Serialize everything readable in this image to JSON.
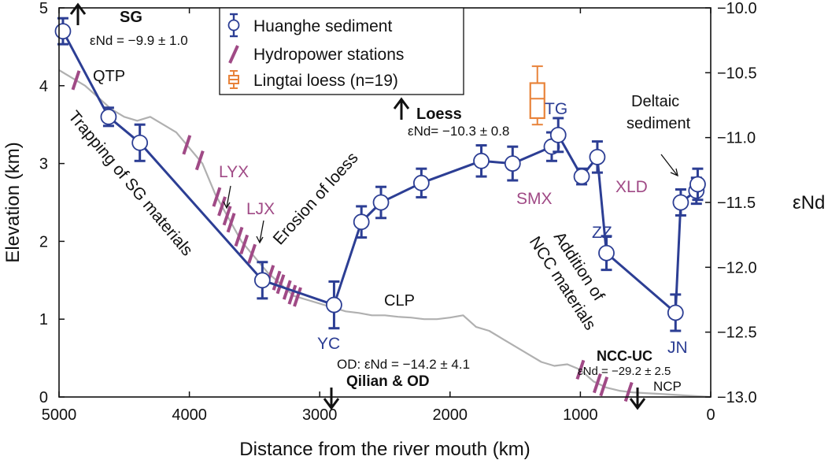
{
  "chart_data": {
    "type": "line",
    "xlabel": "Distance from the river mouth (km)",
    "ylabel_left": "Elevation (km)",
    "ylabel_right": "εNd",
    "x_range": [
      5000,
      0
    ],
    "x_reversed": true,
    "left_ylim": [
      0,
      5
    ],
    "right_ylim": [
      -13.0,
      -10.0
    ],
    "x_ticks": [
      5000,
      4000,
      3000,
      2000,
      1000,
      0
    ],
    "left_y_ticks": [
      0,
      1,
      2,
      3,
      4,
      5
    ],
    "right_y_ticks": [
      -10.0,
      -10.5,
      -11.0,
      -11.5,
      -12.0,
      -12.5,
      -13.0
    ],
    "right_y_tick_labels": [
      "−10.0",
      "−10.5",
      "−11.0",
      "−11.5",
      "−12.0",
      "−12.5",
      "−13.0"
    ],
    "legend": {
      "position": "top-center",
      "entries": [
        {
          "label": "Huanghe sediment",
          "color": "#2c3e94"
        },
        {
          "label": "Hydropower stations",
          "color": "#a04a86"
        },
        {
          "label": "Lingtai loess (n=19)",
          "color": "#e8833a"
        }
      ]
    },
    "series": [
      {
        "name": "Huanghe sediment",
        "axis": "right",
        "color": "#2c3e94",
        "points": [
          {
            "x": 4970,
            "y": -10.18,
            "err": 0.1
          },
          {
            "x": 4620,
            "y": -10.84,
            "err": 0.07
          },
          {
            "x": 4380,
            "y": -11.04,
            "err": 0.14
          },
          {
            "x": 3440,
            "y": -12.1,
            "err": 0.14
          },
          {
            "x": 2890,
            "y": -12.29,
            "err": 0.18
          },
          {
            "x": 2680,
            "y": -11.65,
            "err": 0.12
          },
          {
            "x": 2530,
            "y": -11.5,
            "err": 0.12
          },
          {
            "x": 2220,
            "y": -11.35,
            "err": 0.11
          },
          {
            "x": 1760,
            "y": -11.18,
            "err": 0.12
          },
          {
            "x": 1520,
            "y": -11.2,
            "err": 0.13
          },
          {
            "x": 1220,
            "y": -11.07,
            "err": 0.11
          },
          {
            "x": 1170,
            "y": -10.98,
            "err": 0.13
          },
          {
            "x": 990,
            "y": -11.3,
            "err": 0.06
          },
          {
            "x": 870,
            "y": -11.15,
            "err": 0.12
          },
          {
            "x": 800,
            "y": -11.89,
            "err": 0.13
          },
          {
            "x": 270,
            "y": -12.35,
            "err": 0.14
          },
          {
            "x": 230,
            "y": -11.5,
            "err": 0.1
          },
          {
            "x": 110,
            "y": -11.41,
            "err": 0.1
          },
          {
            "x": 100,
            "y": -11.36,
            "err": 0.12
          }
        ]
      },
      {
        "name": "Lingtai loess (n=19)",
        "axis": "right",
        "color": "#e8833a",
        "box": {
          "x": 1330,
          "whisker_low": -10.9,
          "q1": -10.85,
          "median": -10.7,
          "q3": -10.58,
          "whisker_high": -10.45
        }
      },
      {
        "name": "Elevation profile",
        "axis": "left",
        "color": "#b0b0b0",
        "x": [
          5000,
          4900,
          4800,
          4700,
          4600,
          4500,
          4400,
          4300,
          4200,
          4100,
          4000,
          3900,
          3800,
          3700,
          3600,
          3500,
          3400,
          3300,
          3200,
          3100,
          3000,
          2900,
          2800,
          2700,
          2600,
          2500,
          2400,
          2300,
          2200,
          2100,
          2000,
          1900,
          1800,
          1700,
          1600,
          1500,
          1400,
          1300,
          1200,
          1100,
          1000,
          900,
          800,
          700,
          600,
          500,
          400,
          300,
          200,
          100,
          0
        ],
        "y": [
          4.2,
          4.1,
          4.0,
          3.85,
          3.7,
          3.6,
          3.55,
          3.6,
          3.5,
          3.4,
          3.2,
          3.0,
          2.6,
          2.3,
          2.0,
          1.8,
          1.6,
          1.45,
          1.3,
          1.25,
          1.2,
          1.15,
          1.1,
          1.08,
          1.05,
          1.05,
          1.03,
          1.02,
          1.0,
          1.0,
          1.02,
          1.05,
          0.9,
          0.85,
          0.75,
          0.65,
          0.55,
          0.45,
          0.4,
          0.42,
          0.35,
          0.2,
          0.12,
          0.08,
          0.06,
          0.05,
          0.04,
          0.03,
          0.02,
          0.01,
          0.0
        ]
      }
    ],
    "hydropower_x": [
      4870,
      4020,
      3920,
      3790,
      3750,
      3710,
      3680,
      3620,
      3580,
      3520,
      3380,
      3330,
      3300,
      3250,
      3210,
      3170,
      1000,
      870,
      820,
      630
    ],
    "annotations": {
      "SG_label": "SG",
      "SG_value": "εNd = −9.9 ± 1.0",
      "QTP": "QTP",
      "LYX": "LYX",
      "LJX": "LJX",
      "trapping": "Trapping of SG materials",
      "erosion": "Erosion of loess",
      "loess_label": "Loess",
      "loess_value": "εNd= −10.3 ± 0.8",
      "TG": "TG",
      "SMX": "SMX",
      "XLD": "XLD",
      "ZZ": "ZZ",
      "YC": "YC",
      "JN": "JN",
      "CLP": "CLP",
      "NCP": "NCP",
      "deltaic_1": "Deltaic",
      "deltaic_2": "sediment",
      "addition_1": "Addition of",
      "addition_2": "NCC materials",
      "od_value": "OD: εNd = −14.2 ± 4.1",
      "qilian": "Qilian & OD",
      "ncc_label": "NCC-UC",
      "ncc_value": "εNd = −29.2 ± 2.5"
    }
  }
}
